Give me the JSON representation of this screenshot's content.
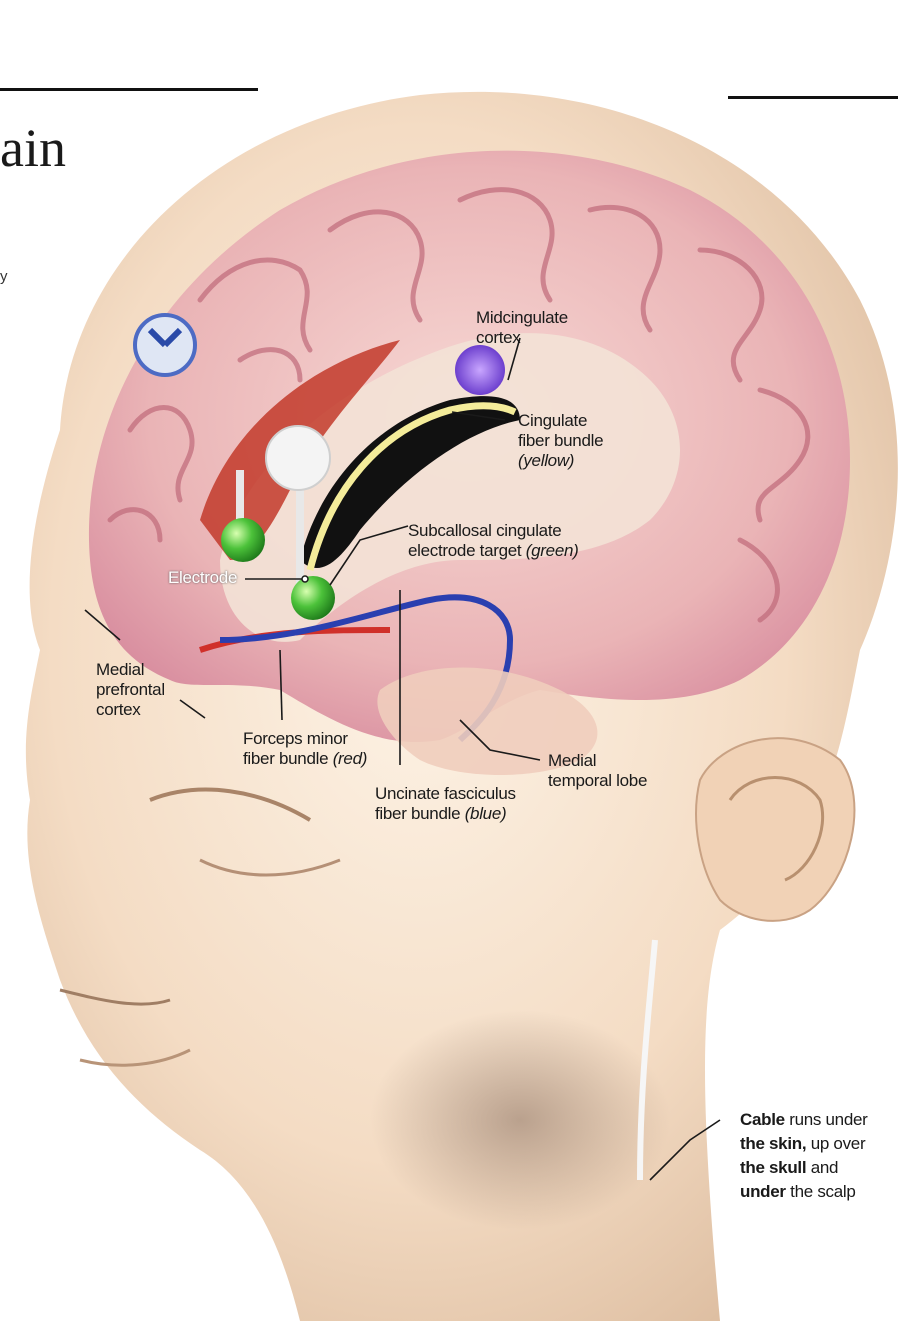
{
  "page": {
    "title_fragment": "ain",
    "body_fragment": "y"
  },
  "labels": {
    "midcingulate": {
      "line1": "Midcingulate",
      "line2": "cortex"
    },
    "cingulate": {
      "line1": "Cingulate",
      "line2": "fiber bundle",
      "line3": "(yellow)"
    },
    "subcallosal": {
      "line1": "Subcallosal cingulate",
      "line2": "electrode target",
      "line2_italic": "(green)"
    },
    "electrode": "Electrode",
    "mpfc": {
      "line1": "Medial",
      "line2": "prefrontal",
      "line3": "cortex"
    },
    "forceps": {
      "line1": "Forceps minor",
      "line2": "fiber bundle",
      "line2_italic": "(red)"
    },
    "temporal": {
      "line1": "Medial",
      "line2": "temporal lobe"
    },
    "uncinate": {
      "line1": "Uncinate fasciculus",
      "line2": "fiber bundle",
      "line2_italic": "(blue)"
    },
    "cable": {
      "line1_bold": "Cable",
      "line1": "runs under",
      "line2_bold": "the skin,",
      "line2": "up over",
      "line3_bold": "the skull",
      "line3": "and",
      "line4_bold": "under",
      "line4": "the scalp"
    }
  },
  "colors": {
    "cingulate_bundle": "#f4ec9a",
    "forceps_bundle": "#d0302a",
    "uncinate_bundle": "#2a3fb0",
    "electrode_target": "#4cc23a",
    "midcingulate": "#6a3bd4"
  }
}
